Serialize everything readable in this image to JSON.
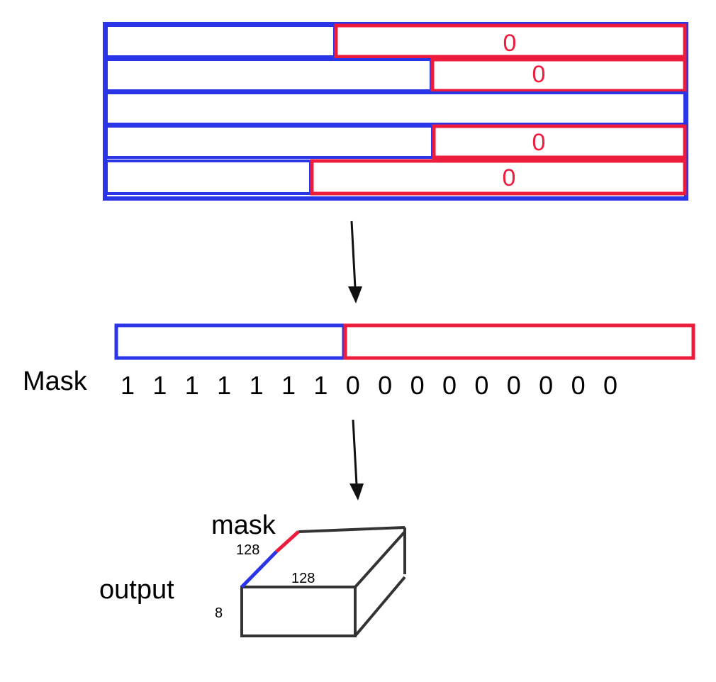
{
  "padded_batch": {
    "rows": [
      {
        "pad_label": "0"
      },
      {
        "pad_label": "0"
      },
      {
        "pad_label": ""
      },
      {
        "pad_label": "0"
      },
      {
        "pad_label": "0"
      }
    ]
  },
  "mask_row": {
    "label": "Mask",
    "values": [
      "1",
      "1",
      "1",
      "1",
      "1",
      "1",
      "1",
      "0",
      "0",
      "0",
      "0",
      "0",
      "0",
      "0",
      "0",
      "0"
    ]
  },
  "output_box": {
    "mask_label": "mask",
    "output_label": "output",
    "depth_label": "128",
    "width_label": "128",
    "height_label": "8"
  },
  "colors": {
    "valid": "#2a35e8",
    "padding": "#ee1c3c",
    "arrow": "#111111",
    "box": "#333333",
    "text": "#000000"
  }
}
